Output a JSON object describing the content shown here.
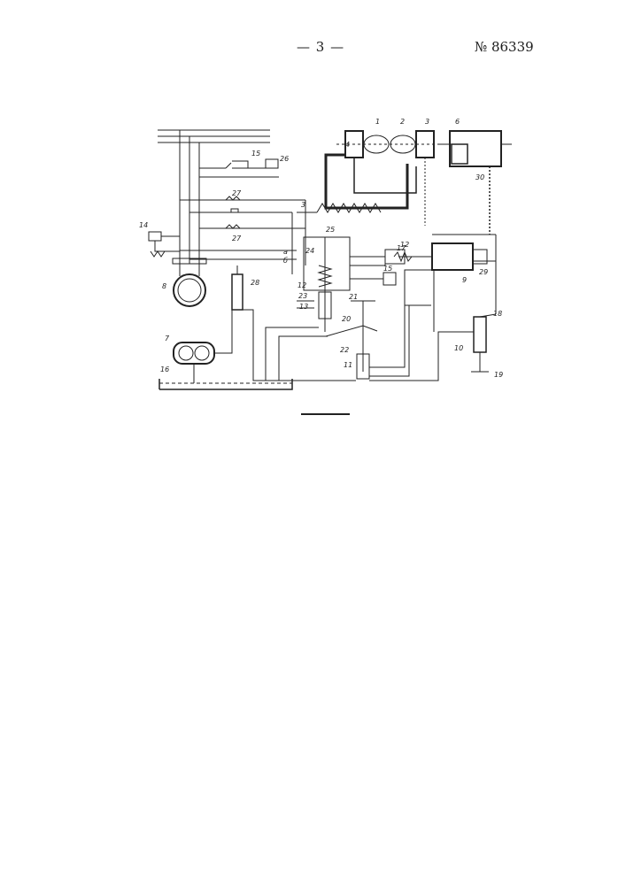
{
  "header": {
    "page_number": "— 3 —",
    "patent_number": "№ 86339"
  },
  "figure": {
    "labels": {
      "l1": "1",
      "l2": "2",
      "l3a": "3",
      "l3b": "3",
      "l4": "4",
      "l6": "6",
      "l7": "7",
      "l8": "8",
      "l9": "9",
      "l10": "10",
      "l11": "11",
      "l12a": "12",
      "l12b": "12",
      "l13": "13",
      "l14": "14",
      "l15a": "15",
      "l15b": "15",
      "l16": "16",
      "l17": "17",
      "l18": "18",
      "l19": "19",
      "l20": "20",
      "l21": "21",
      "l22": "22",
      "l23": "23",
      "l24": "24",
      "l25": "25",
      "l26": "26",
      "l27a": "27",
      "l27b": "27",
      "l28": "28",
      "l29": "29",
      "l30": "30",
      "la": "а",
      "lb": "б"
    }
  }
}
